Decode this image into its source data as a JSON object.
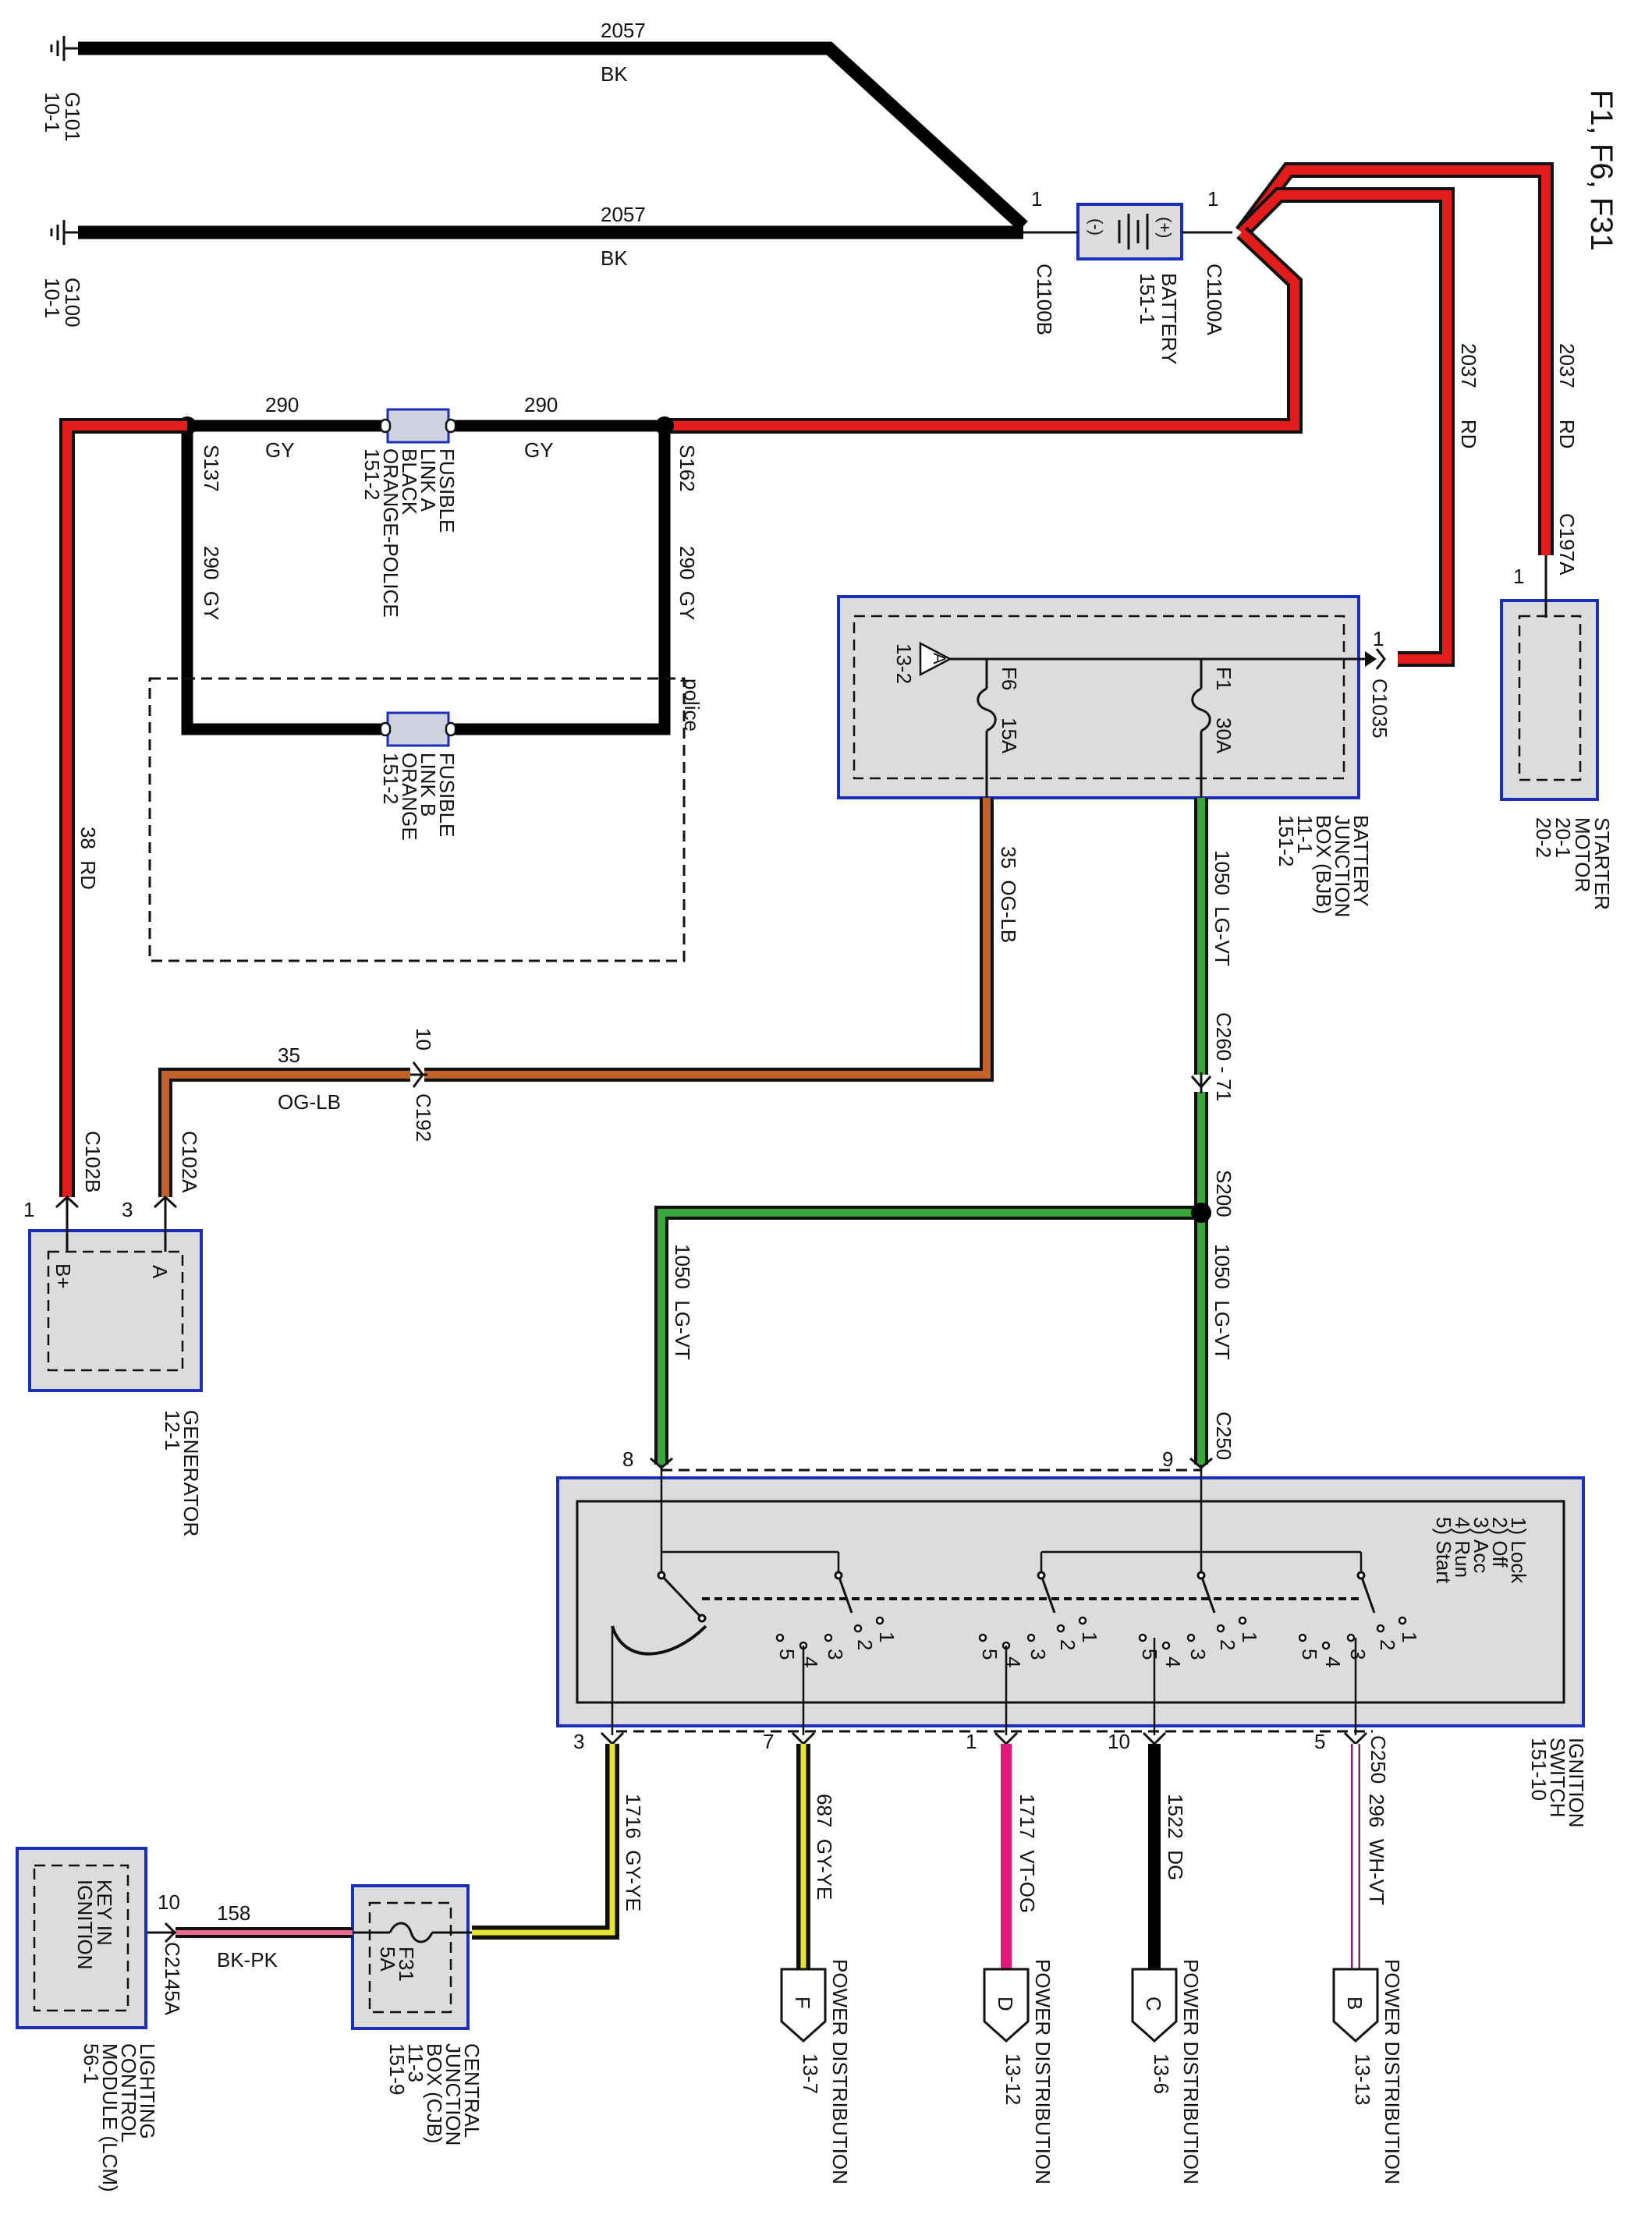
{
  "title": "F1, F6, F31",
  "grounds": [
    {
      "id": "G101",
      "ref": "10-1",
      "circuit": "2057",
      "color": "BK"
    },
    {
      "id": "G100",
      "ref": "10-1",
      "circuit": "2057",
      "color": "BK"
    }
  ],
  "battery": {
    "name": "BATTERY",
    "ref": "151-1",
    "neg_connector": "C1100B",
    "pos_connector": "C1100A",
    "neg_pin": "1",
    "pos_pin": "1",
    "neg_symbol": "(-)",
    "pos_symbol": "(+)"
  },
  "wires": {
    "bat_to_starter": {
      "circuit": "2037",
      "color": "RD"
    },
    "bat_to_bjb": {
      "circuit": "2037",
      "color": "RD"
    },
    "gy_left": {
      "circuit": "290",
      "color": "GY"
    },
    "gy_right": {
      "circuit": "290",
      "color": "GY"
    },
    "gy_s137_down": {
      "label": "290  GY"
    },
    "gy_s162_down": {
      "label": "290  GY"
    },
    "gen_bplus": {
      "label": "38  RD"
    },
    "og_lb_vertical": {
      "label": "35  OG-LB"
    },
    "og_lb_horizontal": {
      "circuit": "35",
      "color": "OG-LB"
    },
    "lgvt_bjb": {
      "label": "1050  LG-VT"
    },
    "lgvt_right": {
      "label": "1050  LG-VT"
    },
    "lgvt_left": {
      "label": "1050  LG-VT"
    },
    "gy_ye_1716": {
      "label": "1716  GY-YE"
    },
    "gy_ye_687": {
      "label": "687  GY-YE"
    },
    "vt_og_1717": {
      "label": "1717  VT-OG"
    },
    "dg_1522": {
      "label": "1522  DG"
    },
    "wh_vt_296": {
      "label": "296  WH-VT"
    },
    "bk_pk_158": {
      "circuit": "158",
      "color": "BK-PK"
    }
  },
  "splices": {
    "s137": "S137",
    "s162": "S162",
    "s200": "S200"
  },
  "fusible_link_a": {
    "lines": [
      "FUSIBLE",
      "LINK A",
      "BLACK",
      "ORANGE-POLICE",
      "151-2"
    ]
  },
  "fusible_link_b": {
    "lines": [
      "FUSIBLE",
      "LINK B",
      "ORANGE",
      "151-2"
    ]
  },
  "police_label": "police",
  "starter": {
    "lines": [
      "STARTER",
      "MOTOR",
      "20-1",
      "20-2"
    ],
    "connector": "C197A",
    "pin": "1"
  },
  "bjb": {
    "lines": [
      "BATTERY",
      "JUNCTION",
      "BOX (BJB)",
      "11-1",
      "151-2"
    ],
    "connector": "C1035",
    "pin": "1",
    "ref_tag": "13-2",
    "ref_letter": "A",
    "fuse1": {
      "name": "F1",
      "rating": "30A"
    },
    "fuse6": {
      "name": "F6",
      "rating": "15A"
    }
  },
  "c260": "C260 - 71",
  "c192": {
    "name": "C192",
    "pin": "10"
  },
  "generator": {
    "lines": [
      "GENERATOR",
      "12-1"
    ],
    "c102a": "C102A",
    "c102b": "C102B",
    "pin_a": "3",
    "pin_b": "1",
    "term_a": "A",
    "term_bplus": "B+"
  },
  "ignition": {
    "lines": [
      "IGNITION",
      "SWITCH",
      "151-10"
    ],
    "connector": "C250",
    "positions": [
      "1) Lock",
      "2) Off",
      "3) Acc",
      "4) Run",
      "5) Start"
    ],
    "top_pin_9": "9",
    "top_pin_8": "8",
    "bottom_pins": [
      "3",
      "7",
      "1",
      "10",
      "5"
    ],
    "c250_top": "C250",
    "contact_nums": [
      "1",
      "2",
      "3",
      "4",
      "5"
    ]
  },
  "cjb": {
    "lines": [
      "CENTRAL",
      "JUNCTION",
      "BOX (CJB)",
      "11-3",
      "151-9"
    ],
    "fuse": "F31",
    "rating": "5A"
  },
  "lcm": {
    "lines": [
      "LIGHTING",
      "CONTROL",
      "MODULE (LCM)",
      "56-1"
    ],
    "box_text": [
      "KEY IN",
      "IGNITION"
    ],
    "connector": "C2145A",
    "pin": "10"
  },
  "power_dist": [
    {
      "letter": "F",
      "label": "POWER DISTRIBUTION",
      "ref": "13-7"
    },
    {
      "letter": "D",
      "label": "POWER DISTRIBUTION",
      "ref": "13-12"
    },
    {
      "letter": "C",
      "label": "POWER DISTRIBUTION",
      "ref": "13-6"
    },
    {
      "letter": "B",
      "label": "POWER DISTRIBUTION",
      "ref": "13-13"
    }
  ]
}
